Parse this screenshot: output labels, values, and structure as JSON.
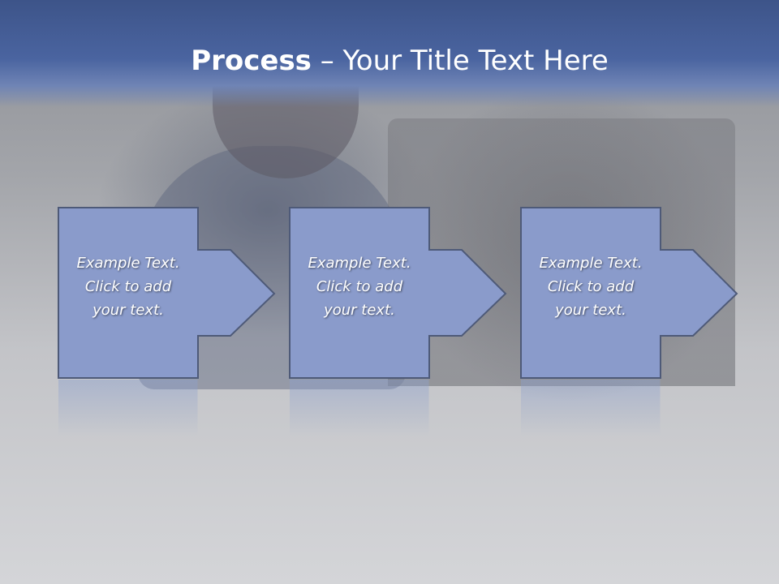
{
  "slide": {
    "title_bold": "Process",
    "title_rest": " – Your Title Text Here"
  },
  "steps": [
    {
      "line1": "Example Text.",
      "line2": "Click  to add",
      "line3": "your text."
    },
    {
      "line1": "Example Text.",
      "line2": "Click  to add",
      "line3": "your text."
    },
    {
      "line1": "Example Text.",
      "line2": "Click  to add",
      "line3": "your text."
    }
  ],
  "colors": {
    "header": "#4a64a0",
    "step_fill": "#8a9bcb",
    "step_stroke": "#4e5a78"
  }
}
